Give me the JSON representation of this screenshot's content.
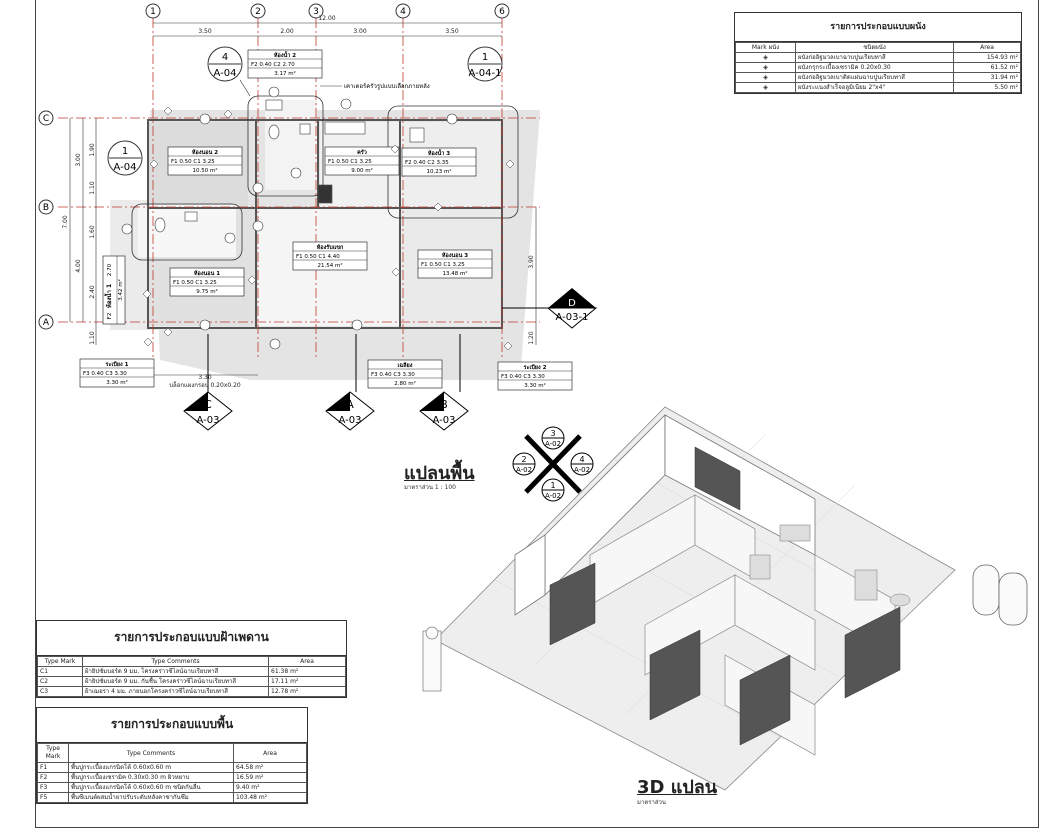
{
  "grid": {
    "columns": [
      "1",
      "2",
      "3",
      "4",
      "6"
    ],
    "rows": [
      "C",
      "B",
      "A"
    ],
    "top_dims": [
      "3.50",
      "2.00",
      "3.00",
      "3.50"
    ],
    "top_total": "12.00",
    "left_dims": [
      "1.90",
      "1.10",
      "1.60",
      "2.40",
      "1.10"
    ],
    "left_totals": [
      "3.00",
      "4.00",
      "7.00"
    ],
    "right_dims": [
      "3.90",
      "1.20"
    ],
    "bottom_dim": "3.30",
    "bottom_note": "บล็อกแผงกรอบ 0.20x0.20"
  },
  "rooms": [
    {
      "name": "ห้องน้ำ 2",
      "f": "F2",
      "fv": "0.40",
      "c": "C2",
      "cv": "2.70",
      "area": "3.17 m²"
    },
    {
      "name": "ห้องนอน 2",
      "f": "F1",
      "fv": "0.50",
      "c": "C1",
      "cv": "3.25",
      "area": "10.50 m²"
    },
    {
      "name": "ครัว",
      "f": "F1",
      "fv": "0.50",
      "c": "C1",
      "cv": "3.25",
      "area": "9.00 m²"
    },
    {
      "name": "ห้องน้ำ 3",
      "f": "F2",
      "fv": "0.40",
      "c": "C2",
      "cv": "3.35",
      "area": "10.23 m²"
    },
    {
      "name": "ห้องรับแขก",
      "f": "F1",
      "fv": "0.50",
      "c": "C1",
      "cv": "4.40",
      "area": "21.54 m²"
    },
    {
      "name": "ห้องนอน 3",
      "f": "F1",
      "fv": "0.50",
      "c": "C1",
      "cv": "3.25",
      "area": "13.48 m²"
    },
    {
      "name": "ห้องนอน 1",
      "f": "F1",
      "fv": "0.50",
      "c": "C1",
      "cv": "3.25",
      "area": "9.75 m²"
    },
    {
      "name": "ระเบียง 1",
      "f": "F3",
      "fv": "0.40",
      "c": "C3",
      "cv": "3.30",
      "area": "3.30 m²"
    },
    {
      "name": "เฉลียง",
      "f": "F3",
      "fv": "0.40",
      "c": "C3",
      "cv": "3.30",
      "area": "2.80 m²"
    },
    {
      "name": "ระเบียง 2",
      "f": "F3",
      "fv": "0.40",
      "c": "C3",
      "cv": "3.30",
      "area": "3.30 m²"
    }
  ],
  "bath1": {
    "name": "ห้องน้ำ 1",
    "f": "F2",
    "fv": "0.40",
    "c": "C2",
    "cv": "2.70",
    "area": "3.42 m²"
  },
  "sections": [
    {
      "num": "4",
      "sheet": "A-04"
    },
    {
      "num": "1",
      "sheet": "A-04-1"
    },
    {
      "num": "1",
      "sheet": "A-04"
    },
    {
      "num": "D",
      "sheet": "A-03-1"
    },
    {
      "num": "C",
      "sheet": "A-03"
    },
    {
      "num": "A",
      "sheet": "A-03"
    },
    {
      "num": "B",
      "sheet": "A-03"
    }
  ],
  "elevation_key": {
    "n": "3",
    "w": "2",
    "e": "4",
    "s": "1",
    "sheet": "A-02"
  },
  "annotation": "เคาเตอร์ครัวรูปแบบเลือกภายหลัง",
  "plan_title": "แปลนพื้น",
  "plan_scale": "มาตราส่วน   1 : 100",
  "iso_title": "3D แปลน",
  "iso_scale": "มาตราส่วน",
  "wall_table": {
    "title": "รายการประกอบแบบผนัง",
    "headers": [
      "Mark ผนัง",
      "ชนิดผนัง",
      "Area"
    ],
    "rows": [
      {
        "desc": "ผนังก่ออิฐมวลเบาฉาบปูนเรียบทาสี",
        "area": "154.93 m²"
      },
      {
        "desc": "ผนังกรุกระเบื้องเซรามิค 0.20x0.30",
        "area": "61.52 m²"
      },
      {
        "desc": "ผนังก่ออิฐมวลเบาติดแผ่นฉาบปูนเรียบทาสี",
        "area": "31.94 m²"
      },
      {
        "desc": "ผนังระแนงสำเร็จอลูมิเนียม 2\"x4\"",
        "area": "5.50 m²"
      }
    ]
  },
  "ceiling_table": {
    "title": "รายการประกอบแบบฝ้าเพดาน",
    "headers": [
      "Type Mark",
      "Type Comments",
      "Area"
    ],
    "rows": [
      {
        "mark": "C1",
        "desc": "ฝ้ายิปซั่มบอร์ด 9 มม. โครงคร่าวซีไลน์ฉาบเรียบทาสี",
        "area": "61.38 m²"
      },
      {
        "mark": "C2",
        "desc": "ฝ้ายิปซั่มบอร์ด 9 มม. กันชื้น โครงคร่าวซีไลน์ฉาบเรียบทาสี",
        "area": "17.11 m²"
      },
      {
        "mark": "C3",
        "desc": "ฝ้าเฌอรา 4 มม. ภายนอกโครงคร่าวซีไลน์ฉาบเรียบทาสี",
        "area": "12.78 m²"
      }
    ]
  },
  "floor_table": {
    "title": "รายการประกอบแบบพื้น",
    "headers": [
      "Type Mark",
      "Type Comments",
      "Area"
    ],
    "rows": [
      {
        "mark": "F1",
        "desc": "พื้นปูกระเบื้องแกรนิตโต้ 0.60x0.60 m",
        "area": "64.58 m²"
      },
      {
        "mark": "F2",
        "desc": "พื้นปูกระเบื้องเซรามิค 0.30x0.30 m ผิวหยาบ",
        "area": "16.59 m²"
      },
      {
        "mark": "F3",
        "desc": "พื้นปูกระเบื้องแกรนิตโต้ 0.60x0.60 m ชนิดกันลื่น",
        "area": "9.40 m²"
      },
      {
        "mark": "F5",
        "desc": "พื้นซีเมนต์ผสมน้ำยาปรับระดับหลังคาชากันซึม",
        "area": "103.48 m²"
      }
    ]
  }
}
